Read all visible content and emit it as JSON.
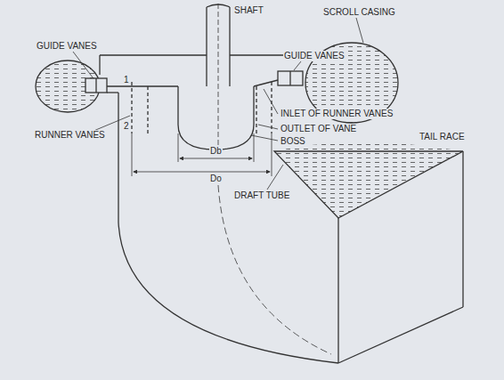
{
  "diagram": {
    "labels": [
      "SHAFT",
      "SCROLL CASING",
      "GUIDE VANES",
      "GUIDE VANES",
      "1",
      "INLET OF RUNNER VANES",
      "RUNNER VANES",
      "2",
      "OUTLET OF VANE",
      "BOSS",
      "TAIL RACE",
      "Db",
      "Do",
      "DRAFT TUBE"
    ]
  }
}
